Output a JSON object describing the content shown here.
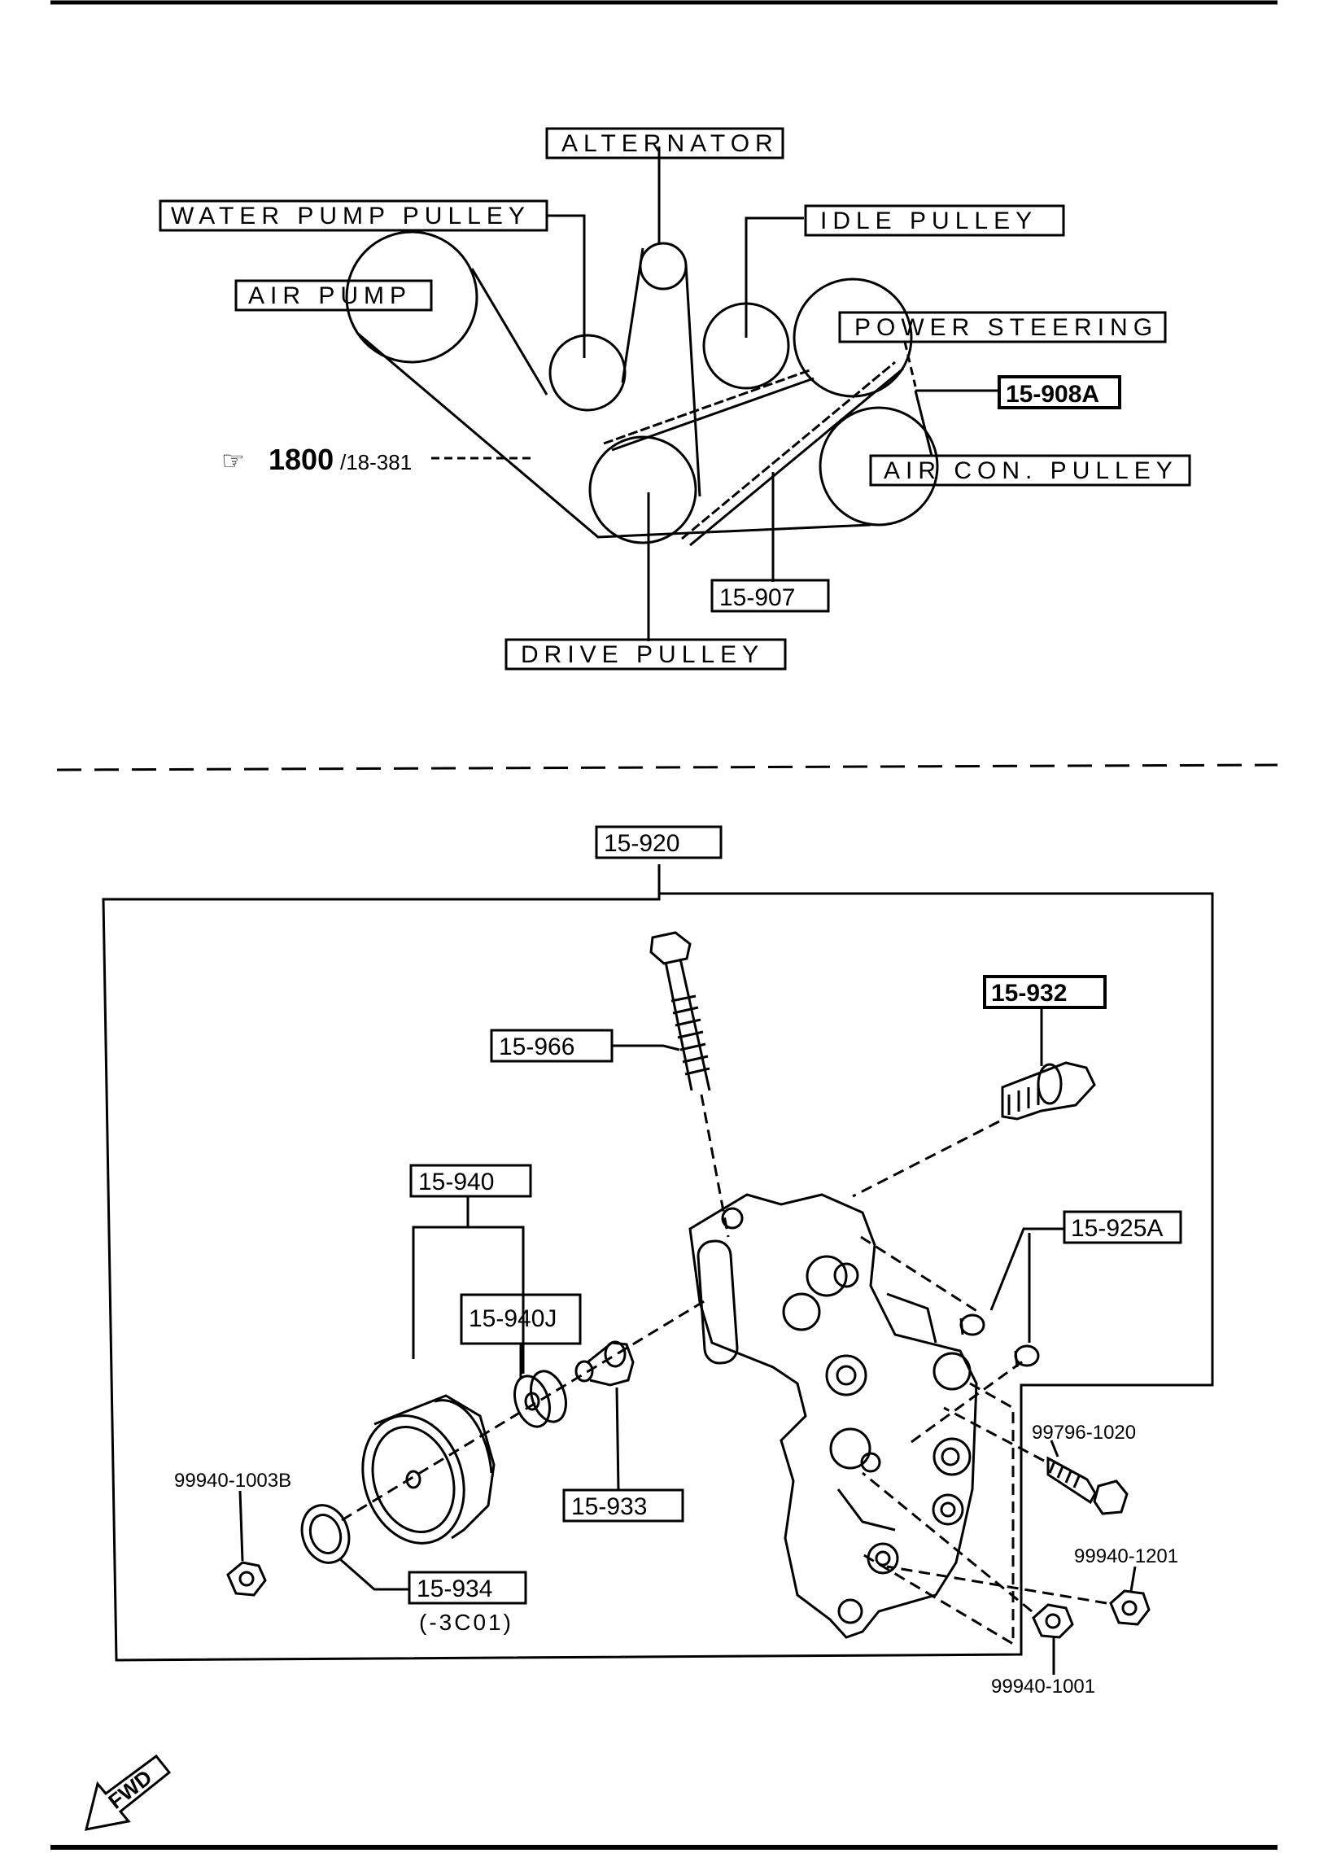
{
  "belt_diagram": {
    "components": {
      "alternator": "ALTERNATOR",
      "water_pump_pulley": "WATER PUMP PULLEY",
      "idle_pulley": "IDLE PULLEY",
      "air_pump": "AIR PUMP",
      "power_steering": "POWER STEERING",
      "air_con_pulley": "AIR CON. PULLEY",
      "drive_pulley": "DRIVE PULLEY"
    },
    "part_numbers": {
      "belt_a": "15-908A",
      "belt_b": "15-907"
    },
    "reference": {
      "symbol": "☞",
      "main": "1800",
      "sub": "/18-381"
    }
  },
  "bracket_diagram": {
    "assembly": "15-920",
    "part_numbers": {
      "bolt_long": "15-966",
      "bolt_stud": "15-932",
      "pulley_assy": "15-940",
      "bearing": "15-940J",
      "collar": "15-933",
      "spacer_pair": "15-925A",
      "washer": "15-934",
      "washer_note": "(-3C01)"
    },
    "hardware": {
      "nut_left": "99940-1003B",
      "bolt_right": "99796-1020",
      "nut_right": "99940-1201",
      "nut_bottom": "99940-1001"
    }
  },
  "orientation_badge": "FWD"
}
